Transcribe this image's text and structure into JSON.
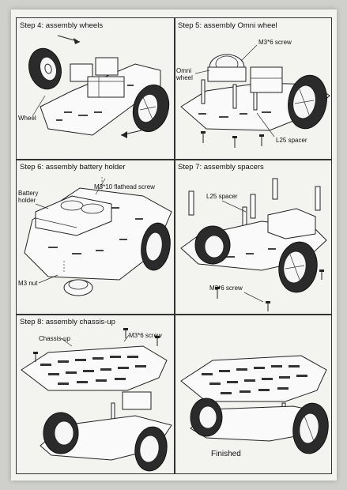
{
  "steps": [
    {
      "title": "Step 4: assembly wheels",
      "labels": {
        "wheel": "Wheel"
      }
    },
    {
      "title": "Step 5: assembly Omni wheel",
      "labels": {
        "omni": "Omni\nwheel",
        "screw": "M3*6 screw",
        "spacer": "L25 spacer"
      }
    },
    {
      "title": "Step 6: assembly battery holder",
      "labels": {
        "screw": "M3*10 flathead screw",
        "holder": "Battery\nholder",
        "nut": "M3 nut"
      }
    },
    {
      "title": "Step 7: assembly spacers",
      "labels": {
        "spacer": "L25 spacer",
        "screw": "M3*6 screw"
      }
    },
    {
      "title": "Step 8:  assembly chassis-up",
      "labels": {
        "chassis": "Chassis-up",
        "screw": "M3*6 screw"
      }
    },
    {
      "title": "",
      "labels": {
        "finished": "Finished"
      }
    }
  ]
}
